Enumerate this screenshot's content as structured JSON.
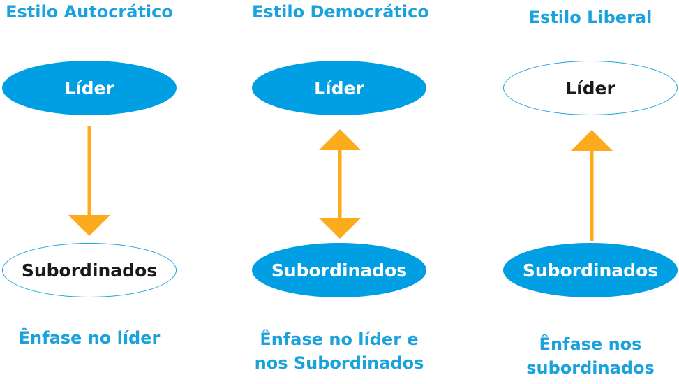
{
  "colors": {
    "accent": "#009fe3",
    "text_accent": "#1ba2dd",
    "arrow": "#fbab1c",
    "dark_text": "#1a1a1a"
  },
  "autocratic": {
    "title": "Estilo Autocrático",
    "leader_label": "Líder",
    "subordinates_label": "Subordinados",
    "caption": "Ênfase no líder"
  },
  "democratic": {
    "title": "Estilo Democrático",
    "leader_label": "Líder",
    "subordinates_label": "Subordinados",
    "caption_line1": "Ênfase no líder e",
    "caption_line2": "nos Subordinados"
  },
  "liberal": {
    "title": "Estilo Liberal",
    "leader_label": "Líder",
    "subordinates_label": "Subordinados",
    "caption_line1": "Ênfase nos",
    "caption_line2": "subordinados"
  }
}
